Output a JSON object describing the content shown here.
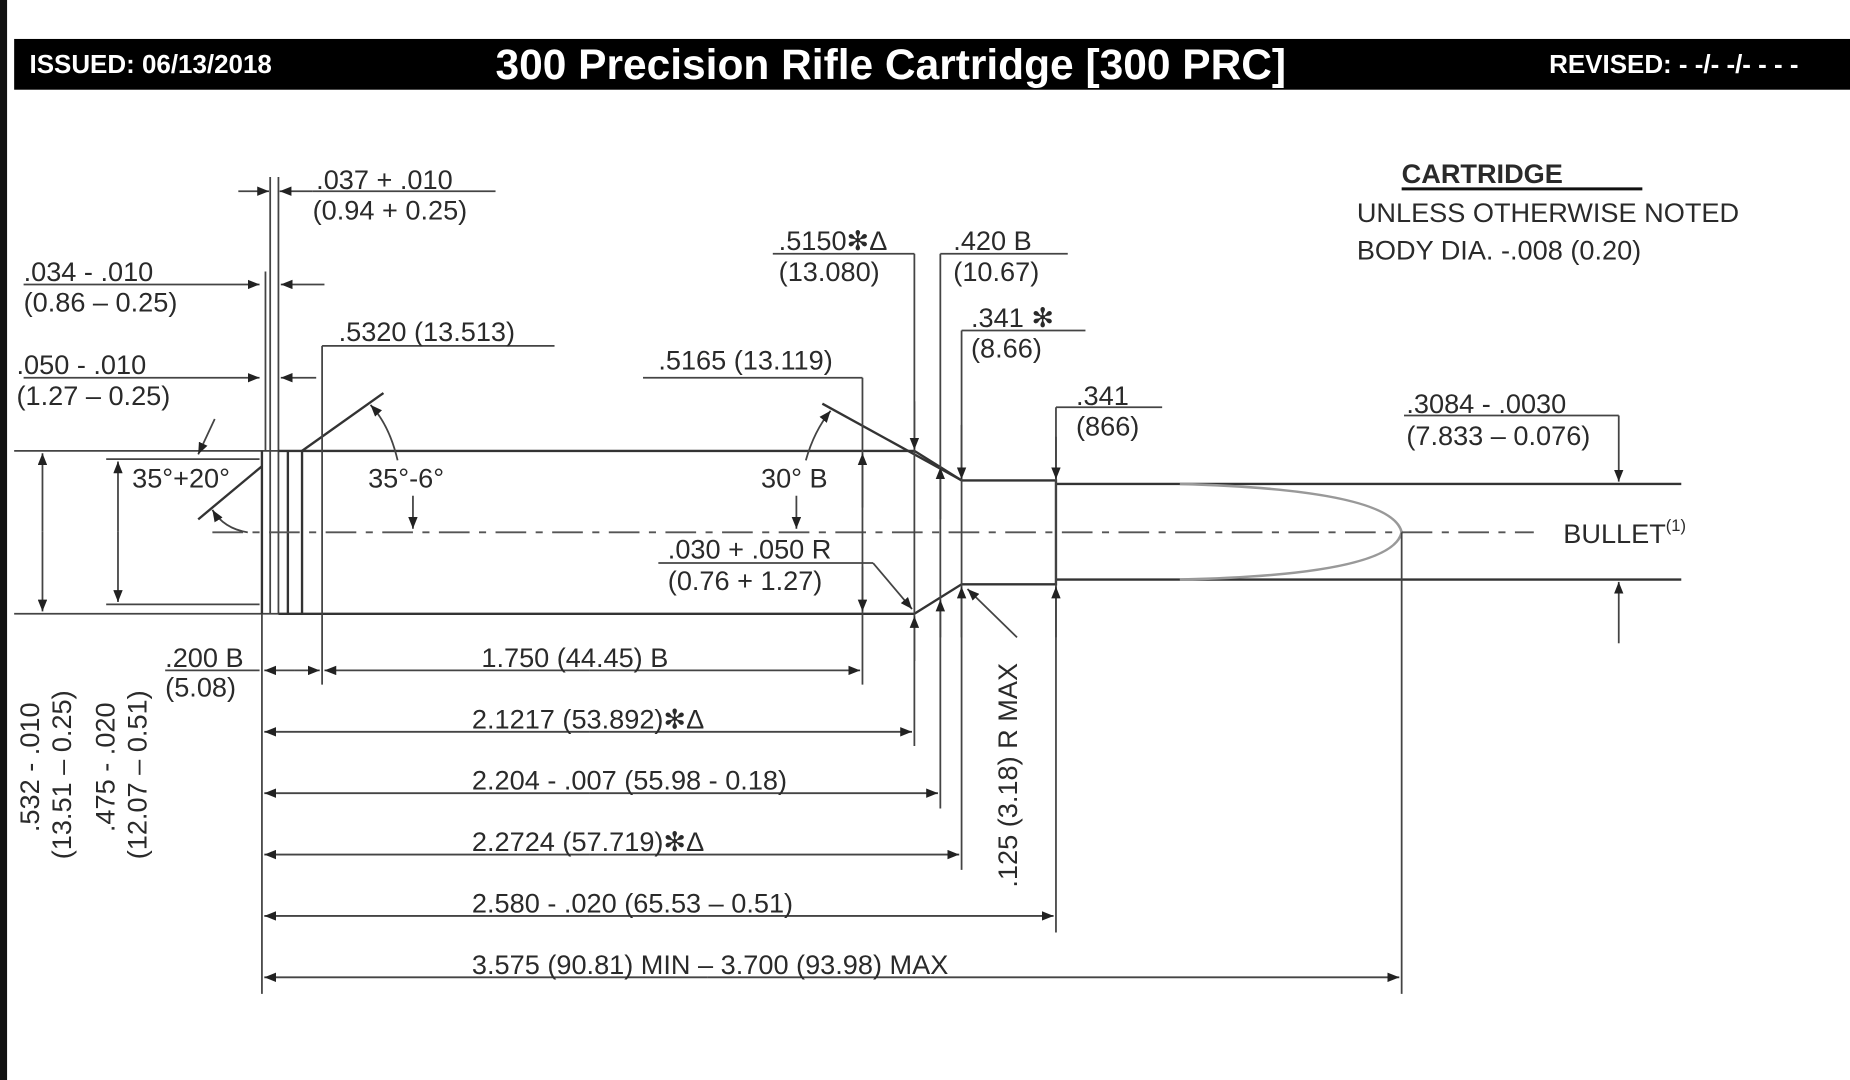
{
  "header": {
    "issued": "ISSUED:  06/13/2018",
    "title": "300 Precision Rifle Cartridge [300 PRC]",
    "revised": "REVISED:  - -/- -/- - - -"
  },
  "notes": {
    "heading": "CARTRIDGE",
    "line1": "UNLESS OTHERWISE NOTED",
    "line2": "BODY DIA. -.008 (0.20)"
  },
  "dims": {
    "d037": ".037 + .010",
    "d037m": "(0.94 + 0.25)",
    "d034": ".034 - .010",
    "d034m": "(0.86 – 0.25)",
    "d050": ".050 - .010",
    "d050m": "(1.27 – 0.25)",
    "d5320": ".5320 (13.513)",
    "a35_20": "35°+20°",
    "a35_6": "35°-6°",
    "d5165": ".5165 (13.119)",
    "d5150": ".5150✻Δ",
    "d5150m": "(13.080)",
    "d420": ".420 B",
    "d420m": "(10.67)",
    "d341a": ".341  ✻",
    "d341am": "(8.66)",
    "d341b": ".341",
    "d341bm": "(866)",
    "a30": "30° B",
    "d030": ".030 + .050 R",
    "d030m": "(0.76 + 1.27)",
    "d3084": ".3084 - .0030",
    "d3084m": "(7.833 – 0.076)",
    "bullet": "BULLET",
    "bullet_note": "(1)",
    "d200": ".200  B",
    "d200m": "(5.08)",
    "d1750": "1.750   (44.45) B",
    "d21217": "2.1217 (53.892)✻Δ",
    "d2204": "2.204 - .007 (55.98 - 0.18)",
    "d22724": "2.2724 (57.719)✻Δ",
    "d2580": "2.580 - .020 (65.53 – 0.51)",
    "d3575": "3.575 (90.81) MIN – 3.700 (93.98) MAX",
    "d532": ".532 - .010",
    "d532m": "(13.51 – 0.25)",
    "d475": ".475 - .020",
    "d475m": "(12.07 – 0.51)",
    "r125": ".125 (3.18) R MAX"
  }
}
